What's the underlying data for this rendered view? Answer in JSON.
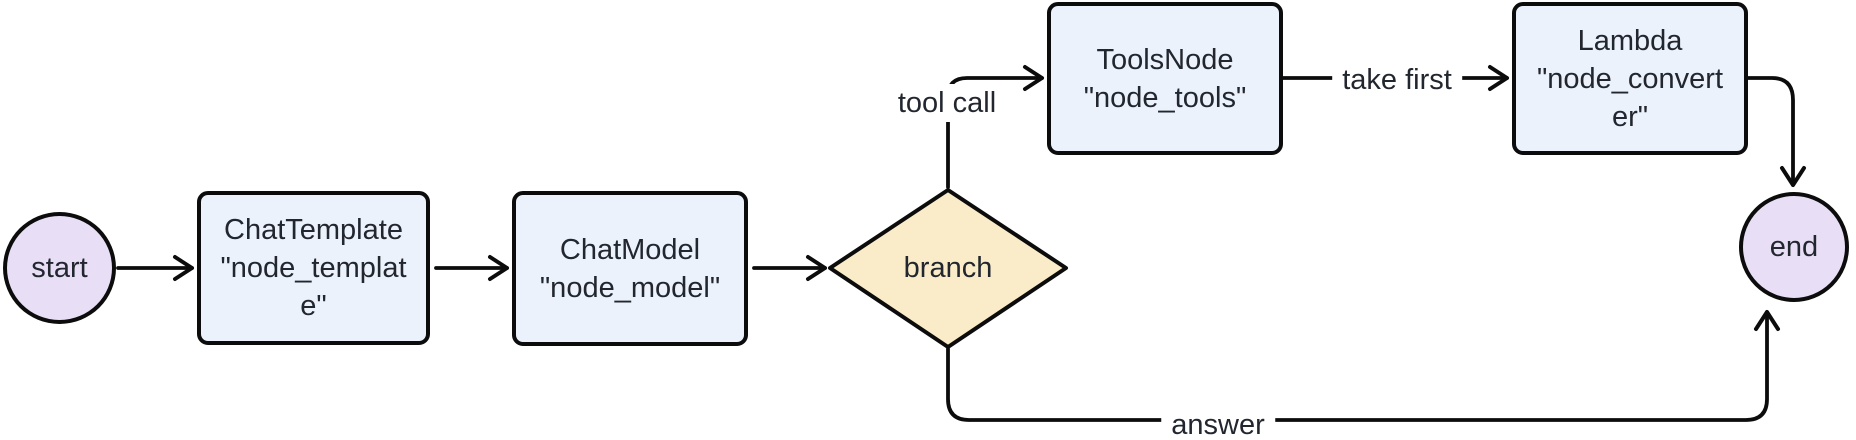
{
  "diagram": {
    "type": "flowchart",
    "direction": "left-to-right",
    "nodes": [
      {
        "id": "start",
        "shape": "circle",
        "label": "start"
      },
      {
        "id": "node_template",
        "shape": "rounded-box",
        "label": "ChatTemplate\n\"node_templat\ne\""
      },
      {
        "id": "node_model",
        "shape": "rounded-box",
        "label": "ChatModel\n\"node_model\""
      },
      {
        "id": "branch",
        "shape": "diamond",
        "label": "branch"
      },
      {
        "id": "node_tools",
        "shape": "rounded-box",
        "label": "ToolsNode\n\"node_tools\""
      },
      {
        "id": "node_converter",
        "shape": "rounded-box",
        "label": "Lambda\n\"node_convert\ner\""
      },
      {
        "id": "end",
        "shape": "circle",
        "label": "end"
      }
    ],
    "edges": [
      {
        "from": "start",
        "to": "node_template",
        "label": ""
      },
      {
        "from": "node_template",
        "to": "node_model",
        "label": ""
      },
      {
        "from": "node_model",
        "to": "branch",
        "label": ""
      },
      {
        "from": "branch",
        "to": "node_tools",
        "label": "tool call"
      },
      {
        "from": "node_tools",
        "to": "node_converter",
        "label": "take first"
      },
      {
        "from": "node_converter",
        "to": "end",
        "label": ""
      },
      {
        "from": "branch",
        "to": "end",
        "label": "answer"
      }
    ]
  },
  "colors": {
    "box_fill": "#ecf2fb",
    "decision_fill": "#faecc9",
    "terminal_fill": "#e8dff6",
    "stroke": "#0c0c0c",
    "text": "#22262e",
    "background": "#ffffff"
  }
}
